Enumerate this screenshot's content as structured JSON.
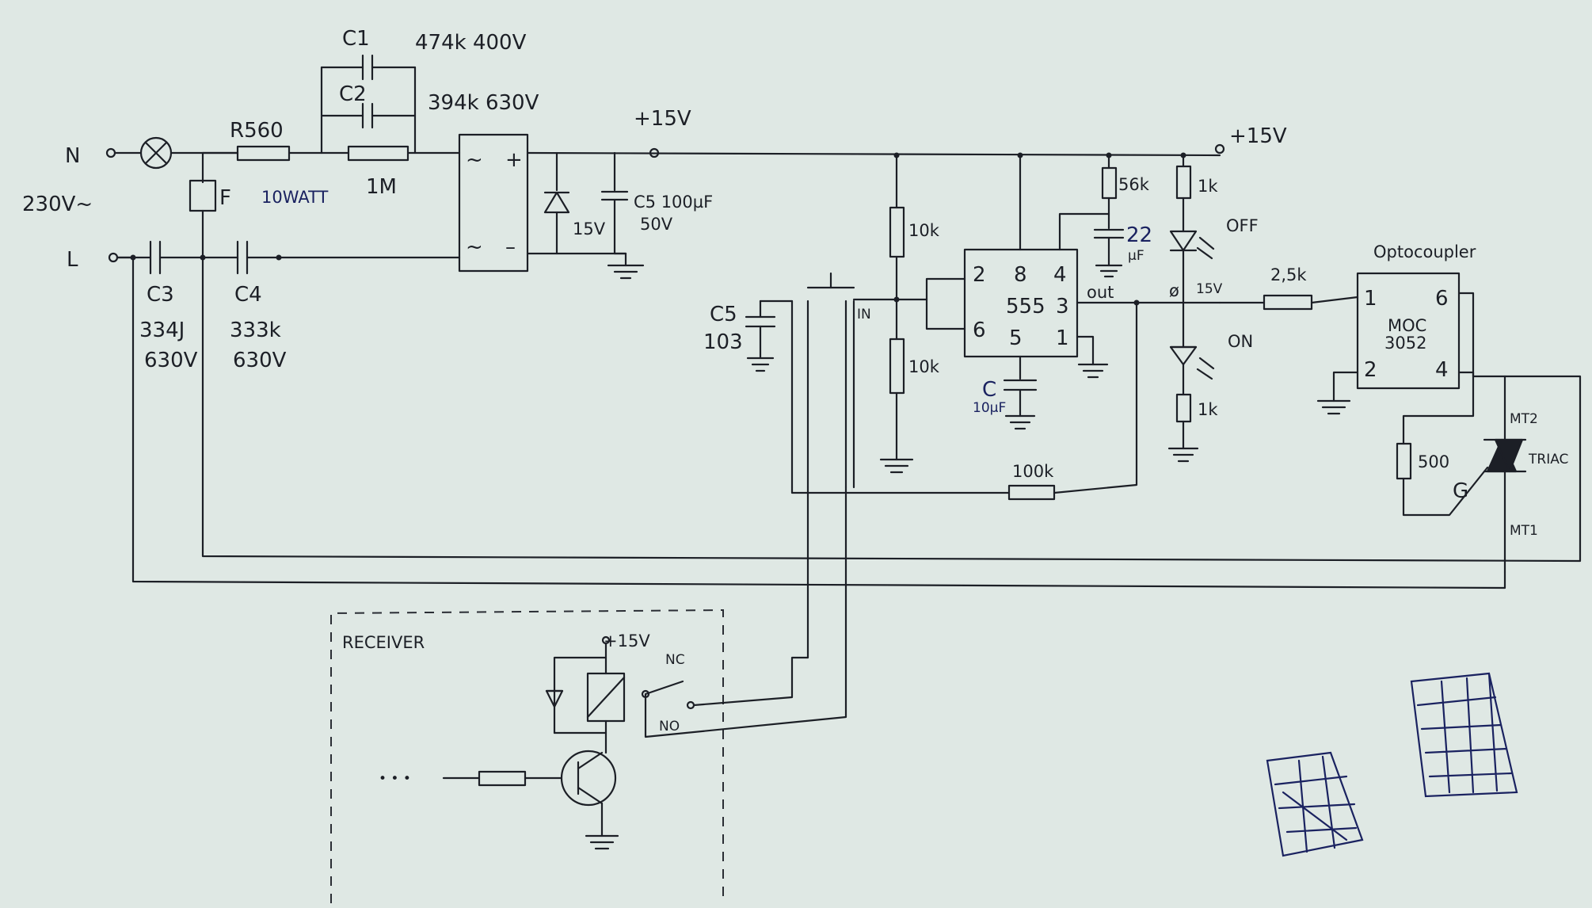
{
  "mains": {
    "n": "N",
    "l": "L",
    "voltage": "230V~"
  },
  "fuse": "F",
  "resistor_r": {
    "name": "R560",
    "rating": "10WATT"
  },
  "c1": {
    "name": "C1",
    "value": "474k 400V"
  },
  "c2": {
    "name": "C2",
    "value": "394k 630V"
  },
  "r_1m": "1M",
  "supply_left": "+15V",
  "supply_right": "+15V",
  "zener": "15V",
  "c5_cap": {
    "name": "C5 100µF",
    "voltage": "50V"
  },
  "c3": {
    "name": "C3",
    "value": "334J",
    "voltage": "630V"
  },
  "c4": {
    "name": "C4",
    "value": "333k",
    "voltage": "630V"
  },
  "c5_103": {
    "name": "C5",
    "value": "103"
  },
  "in_label": "IN",
  "r_10k_top": "10k",
  "r_10k_bot": "10k",
  "timer": {
    "name": "555",
    "pins": [
      "2",
      "8",
      "4",
      "3",
      "6",
      "5",
      "1"
    ],
    "out": "out"
  },
  "c_timer": {
    "name": "C",
    "value": "10µF"
  },
  "r_56k": "56k",
  "c_22": {
    "value": "22",
    "unit": "µF"
  },
  "r_1k_top": "1k",
  "led_off": "OFF",
  "led_on": "ON",
  "node_15v": "15V",
  "node_zero": "ø",
  "r_1k_bot": "1k",
  "r_100k": "100k",
  "r_25k": "2,5k",
  "opto": {
    "title": "Optocoupler",
    "model": "MOC",
    "part": "3052",
    "pins": [
      "1",
      "6",
      "2",
      "4"
    ]
  },
  "r_500": "500",
  "triac": {
    "label": "TRIAC",
    "mt2": "MT2",
    "mt1": "MT1",
    "gate": "G"
  },
  "receiver": {
    "label": "RECEIVER",
    "supply": "+15V",
    "nc": "NC",
    "no": "NO",
    "input": "• • •"
  }
}
